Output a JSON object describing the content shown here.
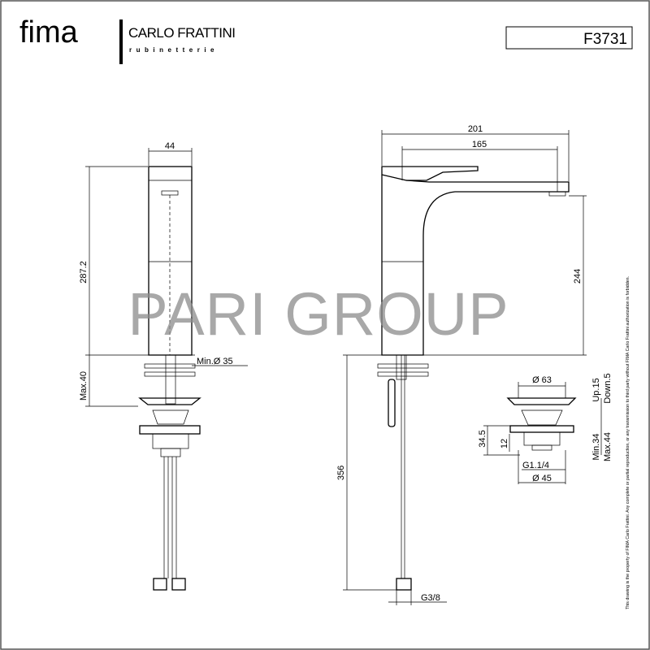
{
  "logo": {
    "brand": "fima",
    "sub": "CARLO FRATTINI",
    "tagline": "rubinetterie"
  },
  "code": "F3731",
  "watermark": "PARI GROUP",
  "left_view": {
    "width": "44",
    "height": "287.2",
    "hole": "Min.Ø 35",
    "deck": "Max.40"
  },
  "right_view": {
    "reach_total": "201",
    "reach_spout": "165",
    "spout_height": "244",
    "hose_length": "356",
    "connection": "G3/8"
  },
  "waste": {
    "diameter_top": "Ø 63",
    "up": "Up.15",
    "down": "Down.5",
    "h1": "34.5",
    "h2": "12",
    "thread": "G1.1/4",
    "diameter_bottom": "Ø 45",
    "min": "Min.34",
    "max": "Max.44"
  },
  "disclaimer": "This drawing is the property of FIMA Carlo Frattini. Any complete or partial reproduction, or any transmission to third party without FIMA Carlo Frattini authorization is forbidden."
}
